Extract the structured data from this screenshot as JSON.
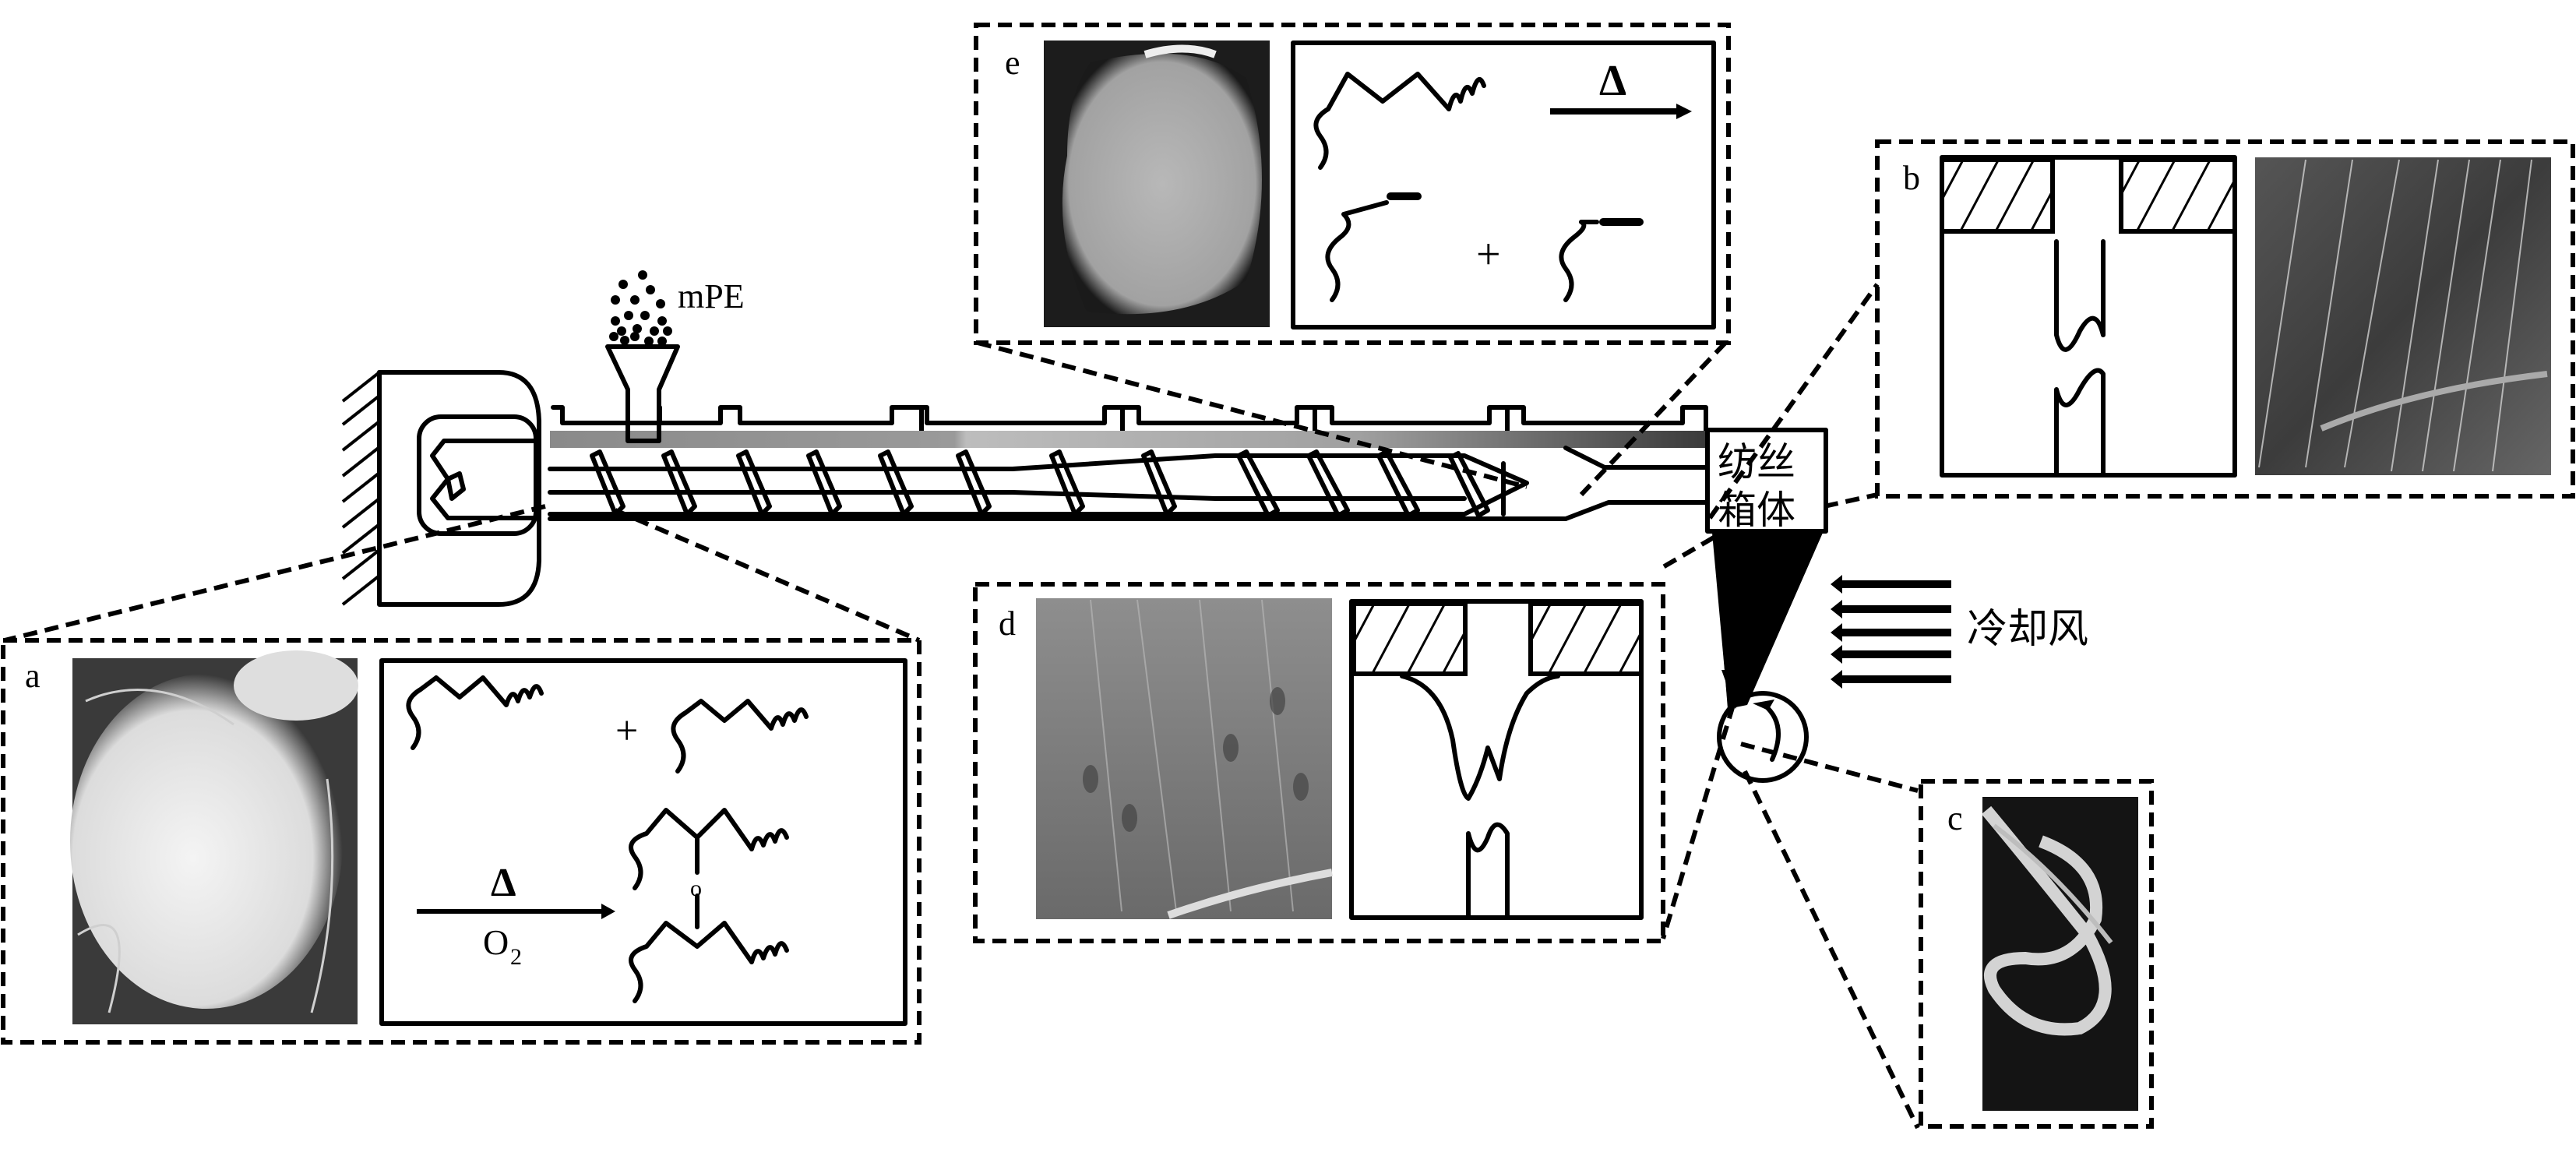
{
  "figure": {
    "feed_label": "mPE",
    "spinning_box_line1": "纺丝",
    "spinning_box_line2": "箱体",
    "cooling_air_label": "冷却风",
    "colors": {
      "ink": "#000000",
      "barrel_gray": "#8a8a8a",
      "background": "#ffffff"
    }
  },
  "panels": {
    "a": {
      "label": "a",
      "photo": "white gel-like lump of fused polyethylene",
      "reaction_condition_top": "Δ",
      "reaction_condition_bottom": "O",
      "reaction_condition_bottom_sub": "2",
      "plus": "+",
      "bridge_atom": "o",
      "description": "two PE chains crosslink via oxygen bridge under heat and O2"
    },
    "b": {
      "label": "b",
      "photo": "continuous filaments on dark background",
      "description": "spinneret with broken melt strand"
    },
    "c": {
      "label": "c",
      "photo": "bundle of white fibers on black background"
    },
    "d": {
      "label": "d",
      "photo": "filaments with droplets/beads",
      "description": "spinneret with melt fracture"
    },
    "e": {
      "label": "e",
      "photo": "gel-like degraded polymer lump",
      "reaction_condition": "Δ",
      "plus": "+",
      "description": "PE chain scission into two vinyl-terminated chains under heat"
    }
  }
}
